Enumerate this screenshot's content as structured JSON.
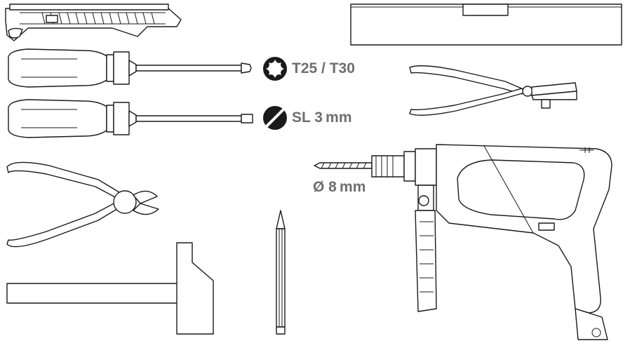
{
  "labels": {
    "torx": "T25 / T30",
    "slotted": "SL 3 mm",
    "drill_bit": "Ø 8 mm"
  },
  "icons": {
    "torx_badge": "torx-star-icon",
    "slotted_badge": "slotted-screw-icon"
  },
  "colors": {
    "label_text": "#6e6e70",
    "badge_fill": "#1a1a1a",
    "line_art": "#1a1a1a"
  }
}
